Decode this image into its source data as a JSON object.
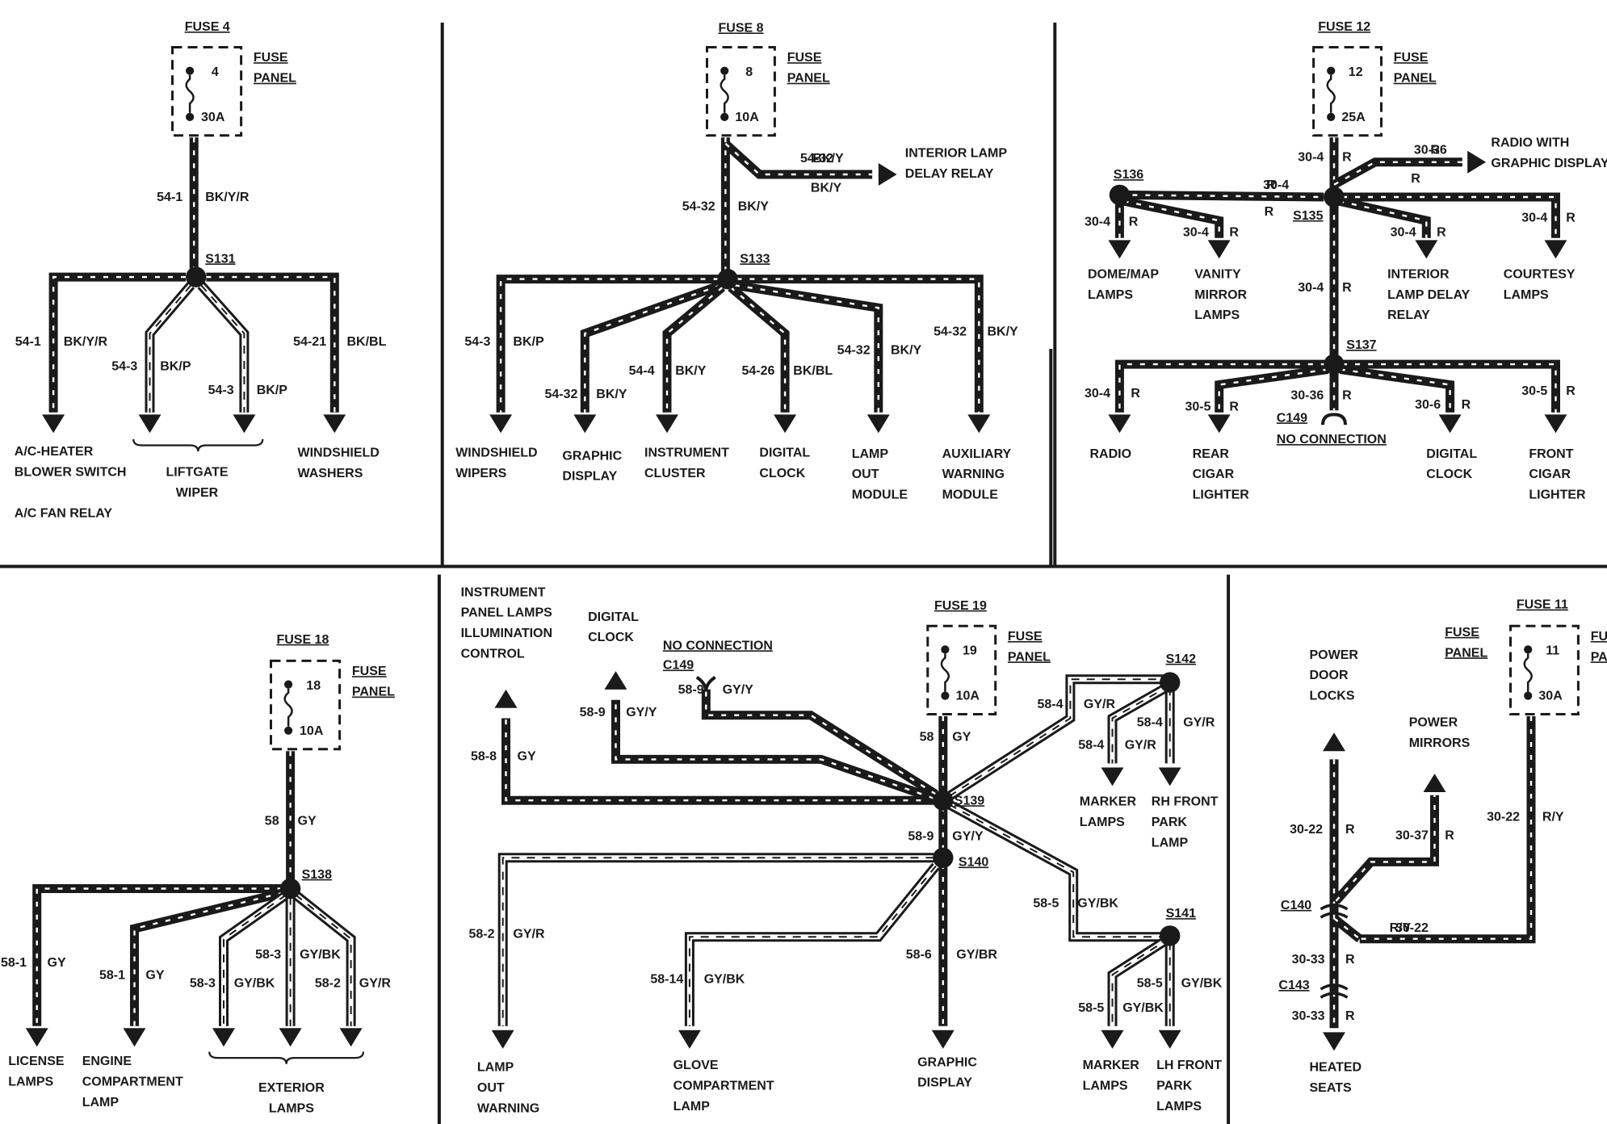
{
  "panels": [
    {
      "fuse": {
        "title": "FUSE 4",
        "number": "4",
        "rating": "30A",
        "panel_label": [
          "FUSE",
          "PANEL"
        ]
      },
      "splices": [
        "S131"
      ],
      "wires": [
        [
          "54-1",
          "BK/Y/R"
        ],
        [
          "54-1",
          "BK/Y/R"
        ],
        [
          "54-3",
          "BK/P"
        ],
        [
          "54-3",
          "BK/P"
        ],
        [
          "54-21",
          "BK/BL"
        ]
      ],
      "loads": [
        [
          "A/C-HEATER",
          "BLOWER SWITCH"
        ],
        [
          "A/C FAN RELAY"
        ],
        [
          "LIFTGATE",
          "WIPER"
        ],
        [
          "WINDSHIELD",
          "WASHERS"
        ]
      ]
    },
    {
      "fuse": {
        "title": "FUSE 8",
        "number": "8",
        "rating": "10A",
        "panel_label": [
          "FUSE",
          "PANEL"
        ]
      },
      "splices": [
        "S133"
      ],
      "wires": [
        [
          "54-32",
          "BK/Y"
        ],
        [
          "54-32",
          "BK/Y"
        ],
        [
          "54-3",
          "BK/P"
        ],
        [
          "54-32",
          "BK/Y"
        ],
        [
          "54-4",
          "BK/Y"
        ],
        [
          "54-26",
          "BK/BL"
        ],
        [
          "54-32",
          "BK/Y"
        ],
        [
          "54-32",
          "BK/Y"
        ]
      ],
      "loads": [
        [
          "INTERIOR LAMP",
          "DELAY RELAY"
        ],
        [
          "WINDSHIELD",
          "WIPERS"
        ],
        [
          "GRAPHIC",
          "DISPLAY"
        ],
        [
          "INSTRUMENT",
          "CLUSTER"
        ],
        [
          "DIGITAL",
          "CLOCK"
        ],
        [
          "LAMP",
          "OUT",
          "MODULE"
        ],
        [
          "AUXILIARY",
          "WARNING",
          "MODULE"
        ]
      ]
    },
    {
      "fuse": {
        "title": "FUSE 12",
        "number": "12",
        "rating": "25A",
        "panel_label": [
          "FUSE",
          "PANEL"
        ]
      },
      "splices": [
        "S136",
        "S135",
        "S137"
      ],
      "connector": {
        "name": "C149",
        "note": "NO CONNECTION"
      },
      "wires": [
        [
          "30-4",
          "R"
        ],
        [
          "30-36",
          "R"
        ],
        [
          "30-4",
          "R"
        ],
        [
          "30-4",
          "R"
        ],
        [
          "30-4",
          "R"
        ],
        [
          "30-4",
          "R"
        ],
        [
          "30-4",
          "R"
        ],
        [
          "30-4",
          "R"
        ],
        [
          "30-4",
          "R"
        ],
        [
          "30-5",
          "R"
        ],
        [
          "30-36",
          "R"
        ],
        [
          "30-6",
          "R"
        ],
        [
          "30-5",
          "R"
        ]
      ],
      "loads": [
        [
          "RADIO WITH",
          "GRAPHIC DISPLAY"
        ],
        [
          "DOME/MAP",
          "LAMPS"
        ],
        [
          "VANITY",
          "MIRROR",
          "LAMPS"
        ],
        [
          "INTERIOR",
          "LAMP DELAY",
          "RELAY"
        ],
        [
          "COURTESY",
          "LAMPS"
        ],
        [
          "RADIO"
        ],
        [
          "REAR",
          "CIGAR",
          "LIGHTER"
        ],
        [
          "DIGITAL",
          "CLOCK"
        ],
        [
          "FRONT",
          "CIGAR",
          "LIGHTER"
        ]
      ]
    },
    {
      "fuse": {
        "title": "FUSE 18",
        "number": "18",
        "rating": "10A",
        "panel_label": [
          "FUSE",
          "PANEL"
        ]
      },
      "splices": [
        "S138"
      ],
      "wires": [
        [
          "58",
          "GY"
        ],
        [
          "58-1",
          "GY"
        ],
        [
          "58-1",
          "GY"
        ],
        [
          "58-3",
          "GY/BK"
        ],
        [
          "58-3",
          "GY/BK"
        ],
        [
          "58-2",
          "GY/R"
        ]
      ],
      "loads": [
        [
          "LICENSE",
          "LAMPS"
        ],
        [
          "ENGINE",
          "COMPARTMENT",
          "LAMP"
        ],
        [
          "EXTERIOR",
          "LAMPS"
        ]
      ]
    },
    {
      "fuse": {
        "title": "FUSE 19",
        "number": "19",
        "rating": "10A",
        "panel_label": [
          "FUSE",
          "PANEL"
        ]
      },
      "splices": [
        "S139",
        "S140",
        "S142",
        "S141"
      ],
      "connector": {
        "name": "C149",
        "note": "NO CONNECTION"
      },
      "wires": [
        [
          "58-8",
          "GY"
        ],
        [
          "58-9",
          "GY/Y"
        ],
        [
          "58-9",
          "GY/Y"
        ],
        [
          "58",
          "GY"
        ],
        [
          "58-4",
          "GY/R"
        ],
        [
          "58-4",
          "GY/R"
        ],
        [
          "58-4",
          "GY/R"
        ],
        [
          "58-9",
          "GY/Y"
        ],
        [
          "58-2",
          "GY/R"
        ],
        [
          "58-14",
          "GY/BK"
        ],
        [
          "58-6",
          "GY/BR"
        ],
        [
          "58-5",
          "GY/BK"
        ],
        [
          "58-5",
          "GY/BK"
        ],
        [
          "58-5",
          "GY/BK"
        ]
      ],
      "loads": [
        [
          "INSTRUMENT",
          "PANEL LAMPS",
          "ILLUMINATION",
          "CONTROL"
        ],
        [
          "DIGITAL",
          "CLOCK"
        ],
        [
          "MARKER",
          "LAMPS"
        ],
        [
          "RH FRONT",
          "PARK",
          "LAMP"
        ],
        [
          "LAMP",
          "OUT",
          "WARNING"
        ],
        [
          "GLOVE",
          "COMPARTMENT",
          "LAMP"
        ],
        [
          "GRAPHIC",
          "DISPLAY"
        ],
        [
          "MARKER",
          "LAMPS"
        ],
        [
          "LH FRONT",
          "PARK",
          "LAMPS"
        ]
      ]
    },
    {
      "fuse": {
        "title": "FUSE 11",
        "number": "11",
        "rating": "30A",
        "panel_label": [
          "FUSE",
          "PANEL"
        ]
      },
      "connectors": [
        "C140",
        "C143"
      ],
      "wires": [
        [
          "30-22",
          "R/Y"
        ],
        [
          "30-22",
          "R"
        ],
        [
          "30-37",
          "R"
        ],
        [
          "30-22",
          "R/Y"
        ],
        [
          "30-33",
          "R"
        ],
        [
          "30-33",
          "R"
        ]
      ],
      "loads": [
        [
          "POWER",
          "DOOR",
          "LOCKS"
        ],
        [
          "POWER",
          "MIRRORS"
        ],
        [
          "HEATED",
          "SEATS"
        ]
      ]
    }
  ]
}
